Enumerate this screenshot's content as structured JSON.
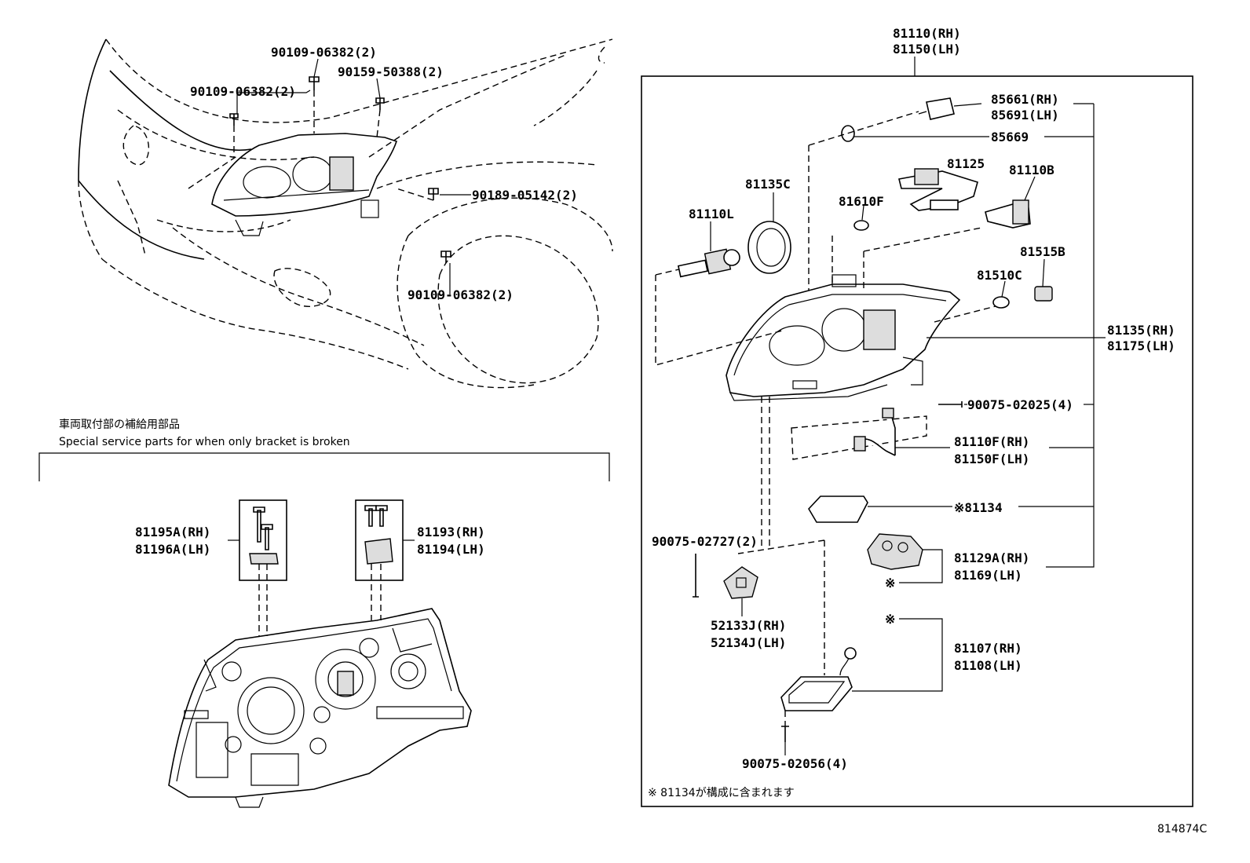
{
  "diagram_id": "814874C",
  "car_callouts": [
    "90109-06382(2)",
    "90159-50388(2)",
    "90109-06382(2)",
    "90189-05142(2)",
    "90109-06382(2)"
  ],
  "bracket_section": {
    "title_jp": "車両取付部の補給用部品",
    "title_en": "Special service parts for when only bracket is broken",
    "left_part": {
      "rh": "81195A(RH)",
      "lh": "81196A(LH)"
    },
    "right_part": {
      "rh": "81193(RH)",
      "lh": "81194(LH)"
    }
  },
  "assembly": {
    "top": {
      "rh": "81110(RH)",
      "lh": "81150(LH)"
    },
    "parts": {
      "p85661": {
        "rh": "85661(RH)",
        "lh": "85691(LH)"
      },
      "p85669": "85669",
      "p81125": "81125",
      "p81110b": "81110B",
      "p81135c": "81135C",
      "p81610f": "81610F",
      "p81110l": "81110L",
      "p81515b": "81515B",
      "p81510c": "81510C",
      "p81135": {
        "rh": "81135(RH)",
        "lh": "81175(LH)"
      },
      "p90075_02025": "90075-02025(4)",
      "p81110f": {
        "rh": "81110F(RH)",
        "lh": "81150F(LH)"
      },
      "p81134": "※81134",
      "p90075_02727": "90075-02727(2)",
      "p81129a": {
        "rh": "81129A(RH)",
        "lh": "81169(LH)"
      },
      "p52133j": {
        "rh": "52133J(RH)",
        "lh": "52134J(LH)"
      },
      "p81107": {
        "rh": "81107(RH)",
        "lh": "81108(LH)"
      },
      "p90075_02056": "90075-02056(4)"
    },
    "mark": "※",
    "footnote": "※ 81134が構成に含まれます"
  }
}
